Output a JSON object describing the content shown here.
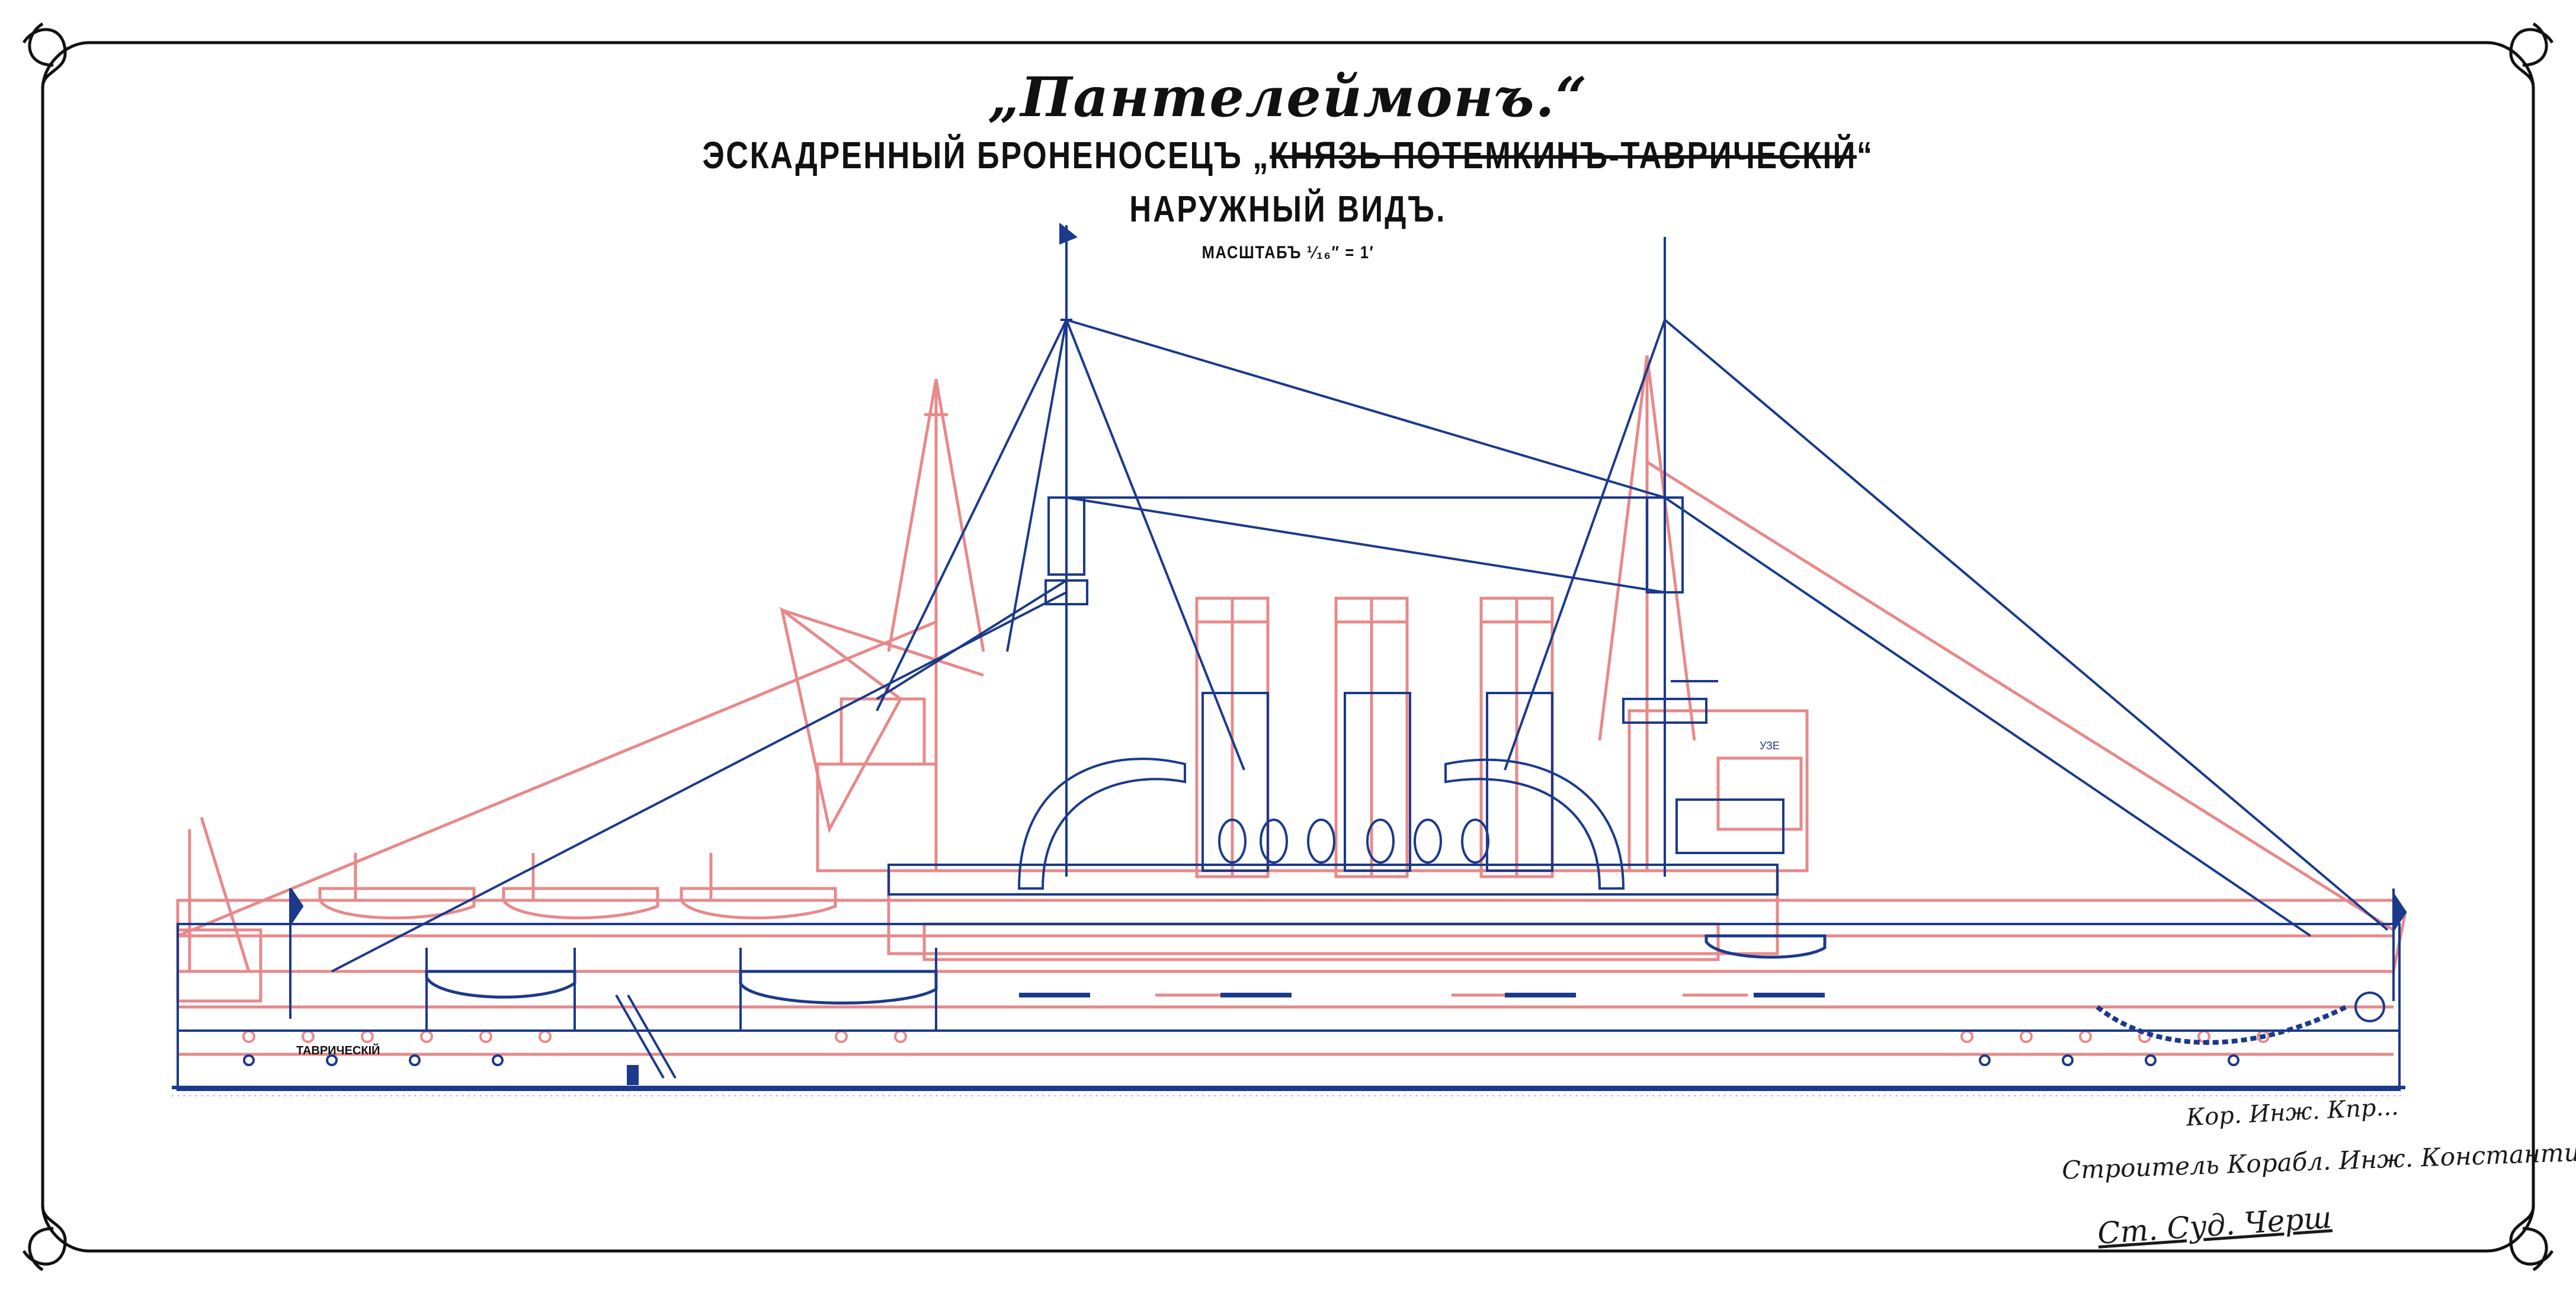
{
  "drawing": {
    "script_title": "„Пантелеймонъ.“",
    "subtitle_prefix": "ЭСКАДРЕННЫЙ БРОНЕНОСЕЦЪ „",
    "subtitle_struck": "КНЯЗЬ ПОТЕМКИНЪ-ТАВРИЧЕСКІЙ",
    "subtitle_suffix": "“",
    "view_title": "НАРУЖНЫЙ ВИДЪ.",
    "scale_label": "МАСШТАБЪ ¹⁄₁₆″ = 1′",
    "hull_name_label": "ТАВРИЧЕСКІЙ",
    "stern_flag_text": "УЗЕ"
  },
  "signatures": {
    "line1": "Кор. Инж. Кпр...",
    "line2": "Строитель Корабл. Инж. Константинъ",
    "line3": "Ст. Суд. Черш"
  },
  "colors": {
    "ink_black": "#111111",
    "ink_blue": "#1b3a8c",
    "ink_red": "#e8898a",
    "paper": "#ffffff"
  }
}
